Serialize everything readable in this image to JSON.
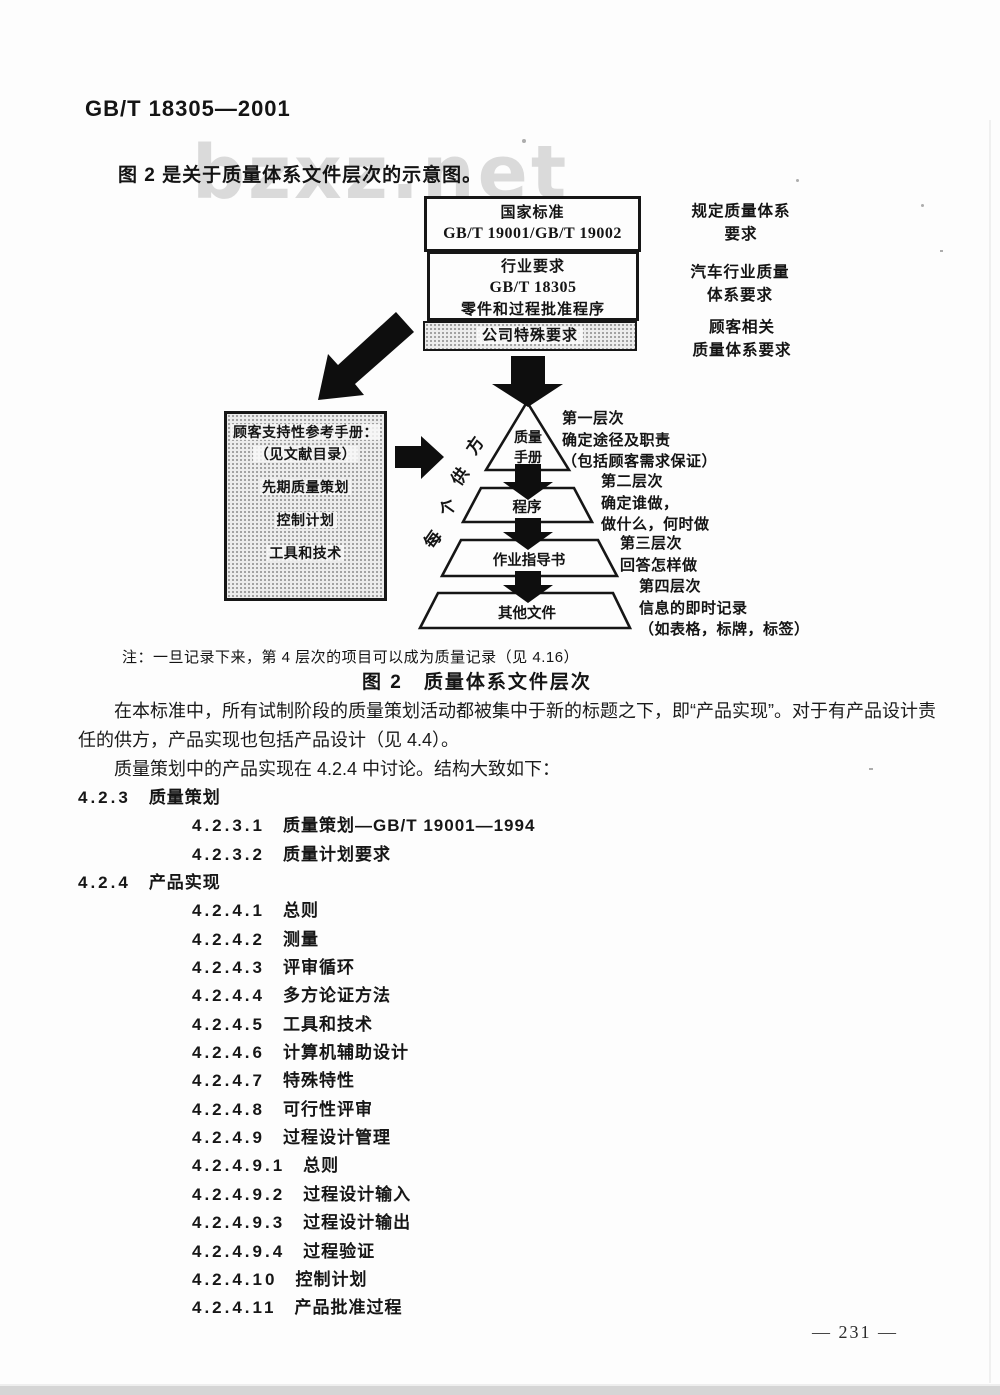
{
  "page": {
    "header": "GB/T 18305—2001",
    "watermark": "bzxz.net",
    "intro": "图 2 是关于质量体系文件层次的示意图。",
    "page_number": "— 231 —"
  },
  "diagram": {
    "boxes": [
      {
        "line1": "国家标准",
        "line2": "GB/T 19001/GB/T 19002"
      },
      {
        "line1": "行业要求",
        "line2": "GB/T 18305",
        "line3": "零件和过程批准程序"
      },
      {
        "line1": "公司特殊要求"
      }
    ],
    "side_labels": [
      {
        "line1": "规定质量体系",
        "line2": "要求"
      },
      {
        "line1": "汽车行业质量",
        "line2": "体系要求"
      },
      {
        "line1": "顾客相关",
        "line2": "质量体系要求"
      }
    ],
    "reference_box": {
      "line1": "顾客支持性参考手册：",
      "line2": "（见文献目录）",
      "item1": "先期质量策划",
      "item2": "控制计划",
      "item3": "工具和技术"
    },
    "supplier_chars": [
      "每",
      "个",
      "供",
      "方"
    ],
    "pyramid": {
      "level1a": "质量",
      "level1b": "手册",
      "level2": "程序",
      "level3": "作业指导书",
      "level4": "其他文件"
    },
    "level_labels": [
      {
        "line1": "第一层次",
        "line2": "确定途径及职责",
        "line3": "（包括顾客需求保证）"
      },
      {
        "line1": "第二层次",
        "line2": "确定谁做，",
        "line3": "做什么，何时做"
      },
      {
        "line1": "第三层次",
        "line2": "回答怎样做"
      },
      {
        "line1": "第四层次",
        "line2": "信息的即时记录",
        "line3": "（如表格，标牌，标签）"
      }
    ],
    "note": "注：一旦记录下来，第 4 层次的项目可以成为质量记录（见 4.16）",
    "caption": "图 2　质量体系文件层次"
  },
  "body": {
    "para1": "在本标准中，所有试制阶段的质量策划活动都被集中于新的标题之下，即“产品实现”。对于有产品设计责任的供方，产品实现也包括产品设计（见 4.4）。",
    "para2": "质量策划中的产品实现在 4.2.4 中讨论。结构大致如下：",
    "outline": [
      {
        "num": "4.2.3",
        "title": "质量策划"
      },
      {
        "num": "4.2.3.1",
        "title": "质量策划—GB/T 19001—1994"
      },
      {
        "num": "4.2.3.2",
        "title": "质量计划要求"
      },
      {
        "num": "4.2.4",
        "title": "产品实现"
      },
      {
        "num": "4.2.4.1",
        "title": "总则"
      },
      {
        "num": "4.2.4.2",
        "title": "测量"
      },
      {
        "num": "4.2.4.3",
        "title": "评审循环"
      },
      {
        "num": "4.2.4.4",
        "title": "多方论证方法"
      },
      {
        "num": "4.2.4.5",
        "title": "工具和技术"
      },
      {
        "num": "4.2.4.6",
        "title": "计算机辅助设计"
      },
      {
        "num": "4.2.4.7",
        "title": "特殊特性"
      },
      {
        "num": "4.2.4.8",
        "title": "可行性评审"
      },
      {
        "num": "4.2.4.9",
        "title": "过程设计管理"
      },
      {
        "num": "4.2.4.9.1",
        "title": "总则"
      },
      {
        "num": "4.2.4.9.2",
        "title": "过程设计输入"
      },
      {
        "num": "4.2.4.9.3",
        "title": "过程设计输出"
      },
      {
        "num": "4.2.4.9.4",
        "title": "过程验证"
      },
      {
        "num": "4.2.4.10",
        "title": "控制计划"
      },
      {
        "num": "4.2.4.11",
        "title": "产品批准过程"
      }
    ]
  },
  "colors": {
    "ink": "#141414",
    "paper": "#fdfdfd",
    "watermark": "#dadada",
    "halftone_fill": "#ececec",
    "footer_strip": "#d5d5d5"
  }
}
